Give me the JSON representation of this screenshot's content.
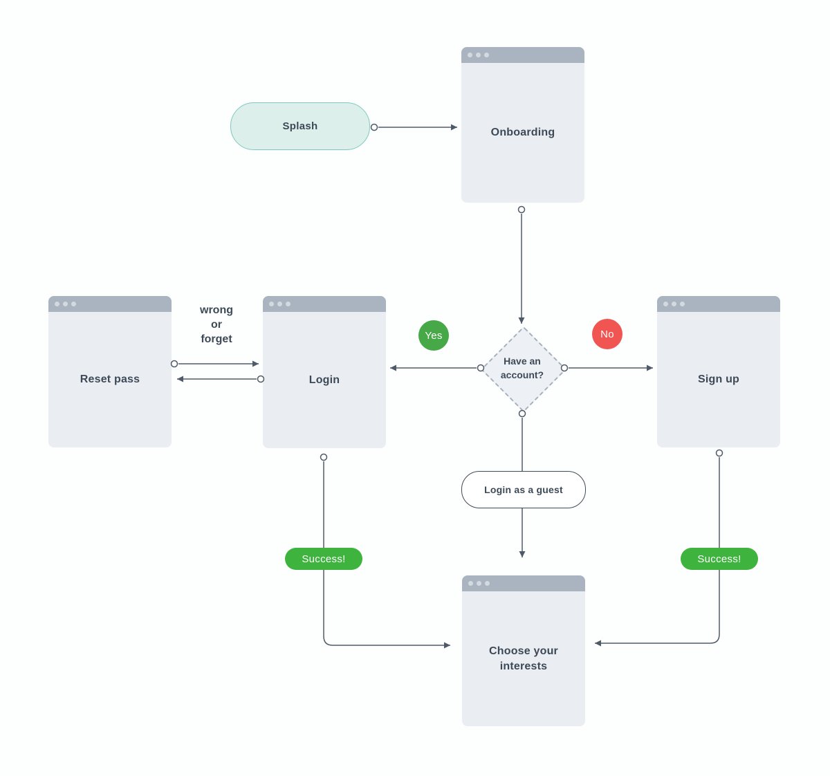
{
  "nodes": {
    "splash": {
      "label": "Splash",
      "type": "pill"
    },
    "onboarding": {
      "label": "Onboarding",
      "type": "screen"
    },
    "reset_pass": {
      "label": "Reset pass",
      "type": "screen"
    },
    "login": {
      "label": "Login",
      "type": "screen"
    },
    "have_account": {
      "label": "Have an\naccount?",
      "type": "decision"
    },
    "sign_up": {
      "label": "Sign up",
      "type": "screen"
    },
    "login_guest": {
      "label": "Login as a guest",
      "type": "pill"
    },
    "choose_interests": {
      "label": "Choose your\ninterests",
      "type": "screen"
    }
  },
  "badges": {
    "yes": {
      "label": "Yes",
      "color": "#46a846"
    },
    "no": {
      "label": "No",
      "color": "#f05551"
    },
    "success_left": {
      "label": "Success!",
      "color": "#3eb43e"
    },
    "success_right": {
      "label": "Success!",
      "color": "#3eb43e"
    }
  },
  "edge_labels": {
    "login_reset": "wrong\nor\nforget"
  },
  "colors": {
    "window_header": "#a9b4c0",
    "window_body": "#eaeef2",
    "text_dark": "#3d4956",
    "connector_line": "#4e5a68",
    "splash_fill": "#ddefeb",
    "splash_border": "#7ec9bd",
    "decision_fill": "#edf1f6",
    "decision_dash": "#a6b0bb"
  }
}
